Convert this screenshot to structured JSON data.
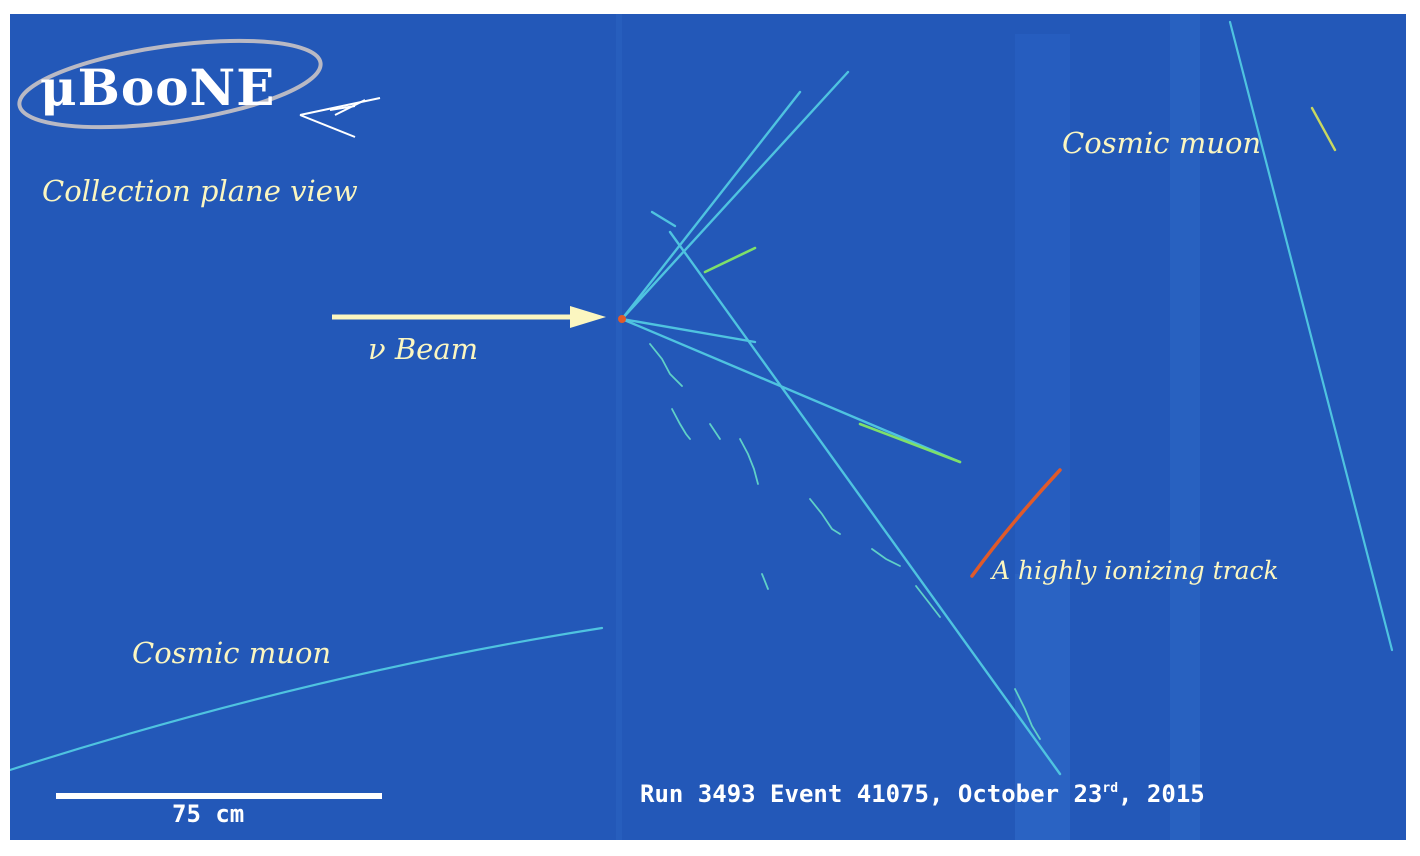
{
  "logo": {
    "text": "μBooNE"
  },
  "labels": {
    "collection_plane": "Collection plane view",
    "beam": "ν Beam",
    "cosmic_muon_top": "Cosmic muon",
    "cosmic_muon_bottom": "Cosmic muon",
    "ionizing_track": "A highly ionizing track"
  },
  "run_info": {
    "prefix": "Run 3493 Event 41075, October 23",
    "superscript": "rd",
    "suffix": ", 2015"
  },
  "scale_bar": {
    "label": "75 cm"
  },
  "colors": {
    "background": "#2358b8",
    "track": "#4fc3e0",
    "track_green": "#7ee06a",
    "highly_ionizing": "#e05a2a",
    "label_text": "#fbf6c0",
    "arrow": "#fbf6c0"
  }
}
